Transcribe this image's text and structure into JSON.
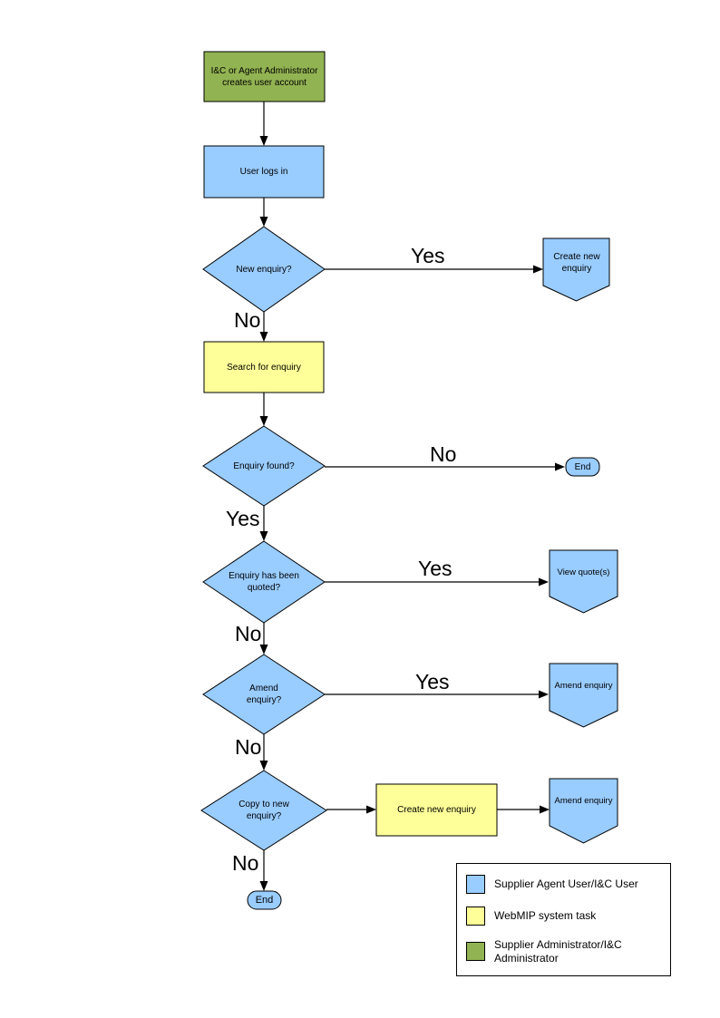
{
  "diagram": {
    "nodes": {
      "admin_creates_account": "I&C or Agent Administrator creates user account",
      "user_logs_in": "User logs in",
      "new_enquiry_decision": "New enquiry?",
      "create_new_enquiry_connector": "Create new enquiry",
      "search_for_enquiry": "Search for enquiry",
      "enquiry_found_decision": "Enquiry found?",
      "end_terminator_1": "End",
      "enquiry_quoted_decision": "Enquiry has been quoted?",
      "view_quotes_connector": "View quote(s)",
      "amend_enquiry_decision": "Amend enquiry?",
      "amend_enquiry_connector_1": "Amend enquiry",
      "copy_to_new_enquiry_decision": "Copy to new enquiry?",
      "create_new_enquiry_task": "Create new enquiry",
      "amend_enquiry_connector_2": "Amend enquiry",
      "end_terminator_2": "End"
    },
    "edge_labels": {
      "new_enquiry_yes": "Yes",
      "new_enquiry_no": "No",
      "enquiry_found_no": "No",
      "enquiry_found_yes": "Yes",
      "enquiry_quoted_yes": "Yes",
      "enquiry_quoted_no": "No",
      "amend_enquiry_yes": "Yes",
      "amend_enquiry_no": "No",
      "copy_to_new_no": "No"
    },
    "colors": {
      "user_task_fill": "#99CCFF",
      "system_task_fill": "#FFFF99",
      "admin_task_fill": "#92B352",
      "outline": "#000000"
    },
    "legend": {
      "items": [
        {
          "color": "#99CCFF",
          "label": "Supplier Agent User/I&C User"
        },
        {
          "color": "#FFFF99",
          "label": "WebMIP system task"
        },
        {
          "color": "#92B352",
          "label": "Supplier Administrator/I&C Administrator"
        }
      ]
    }
  }
}
